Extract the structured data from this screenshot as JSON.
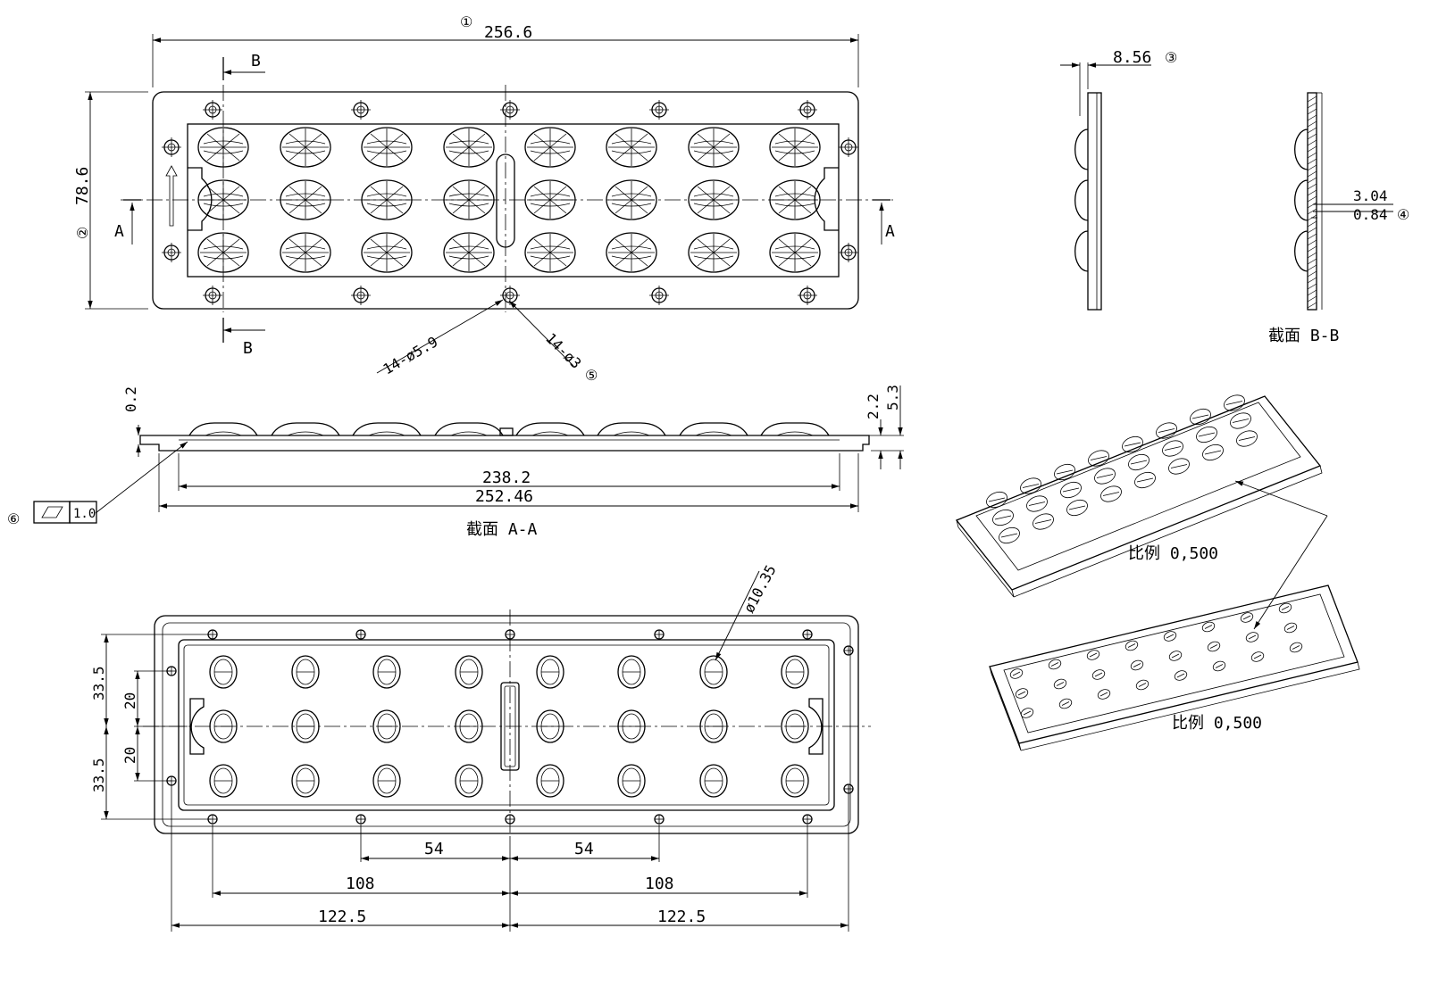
{
  "callouts": {
    "c1": "①",
    "c2": "②",
    "c3": "③",
    "c4": "④",
    "c5": "⑤",
    "c6": "⑥"
  },
  "top_view": {
    "dim_length": "256.6",
    "dim_height": "78.6",
    "hole_label_large": "14-ø5.9",
    "hole_label_small": "14-ø3",
    "section_b": "B",
    "section_a": "A"
  },
  "side_view": {
    "dim_thickness": "8.56"
  },
  "section_bb": {
    "dim_a": "3.04",
    "dim_b": "0.84",
    "title": "截面  B-B"
  },
  "section_aa": {
    "dim_02": "0.2",
    "dim_22": "2.2",
    "dim_53": "5.3",
    "dim_inner": "238.2",
    "dim_outer": "252.46",
    "flatness_value": "1.0",
    "title": "截面  A-A"
  },
  "bottom_view": {
    "dim_dia": "ø10.35",
    "dim_335_top": "33.5",
    "dim_20_top": "20",
    "dim_20_bot": "20",
    "dim_335_bot": "33.5",
    "dim_54_left": "54",
    "dim_54_right": "54",
    "dim_108_left": "108",
    "dim_108_right": "108",
    "dim_1225_left": "122.5",
    "dim_1225_right": "122.5"
  },
  "iso_views": {
    "scale_1": "比例 0,500",
    "scale_2": "比例 0,500"
  }
}
